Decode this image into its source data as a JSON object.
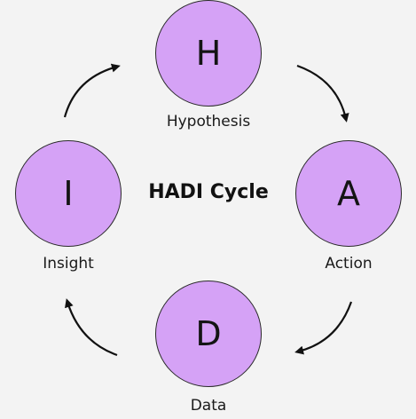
{
  "title": "HADI Cycle",
  "nodes": {
    "h": {
      "letter": "H",
      "label": "Hypothesis"
    },
    "a": {
      "letter": "A",
      "label": "Action"
    },
    "d": {
      "letter": "D",
      "label": "Data"
    },
    "i": {
      "letter": "I",
      "label": "Insight"
    }
  },
  "colors": {
    "node_fill": "#d5a2f6",
    "background": "#f3f3f3",
    "stroke": "#111111"
  },
  "arrows": [
    "arrow-icon-h-to-a",
    "arrow-icon-a-to-d",
    "arrow-icon-d-to-i",
    "arrow-icon-i-to-h"
  ]
}
